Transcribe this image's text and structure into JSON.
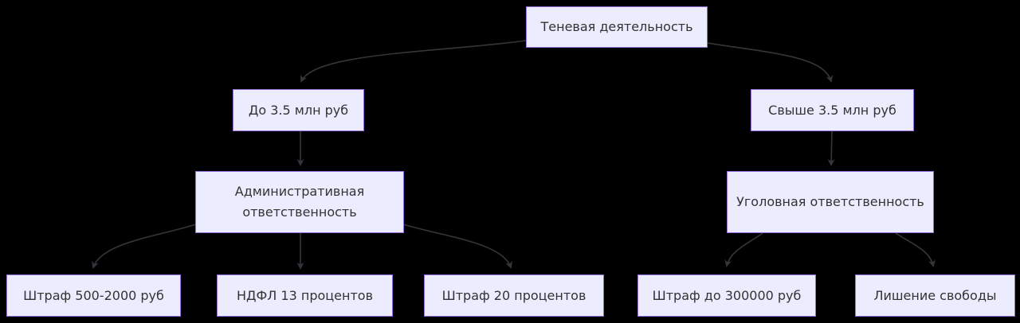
{
  "diagram": {
    "type": "flowchart",
    "direction": "top-down",
    "nodes": [
      {
        "id": "A",
        "label": "Теневая деятельность"
      },
      {
        "id": "B",
        "label": "До 3.5 млн руб"
      },
      {
        "id": "C",
        "label": "Свыше 3.5 млн руб"
      },
      {
        "id": "D",
        "label": "Административная ответственность"
      },
      {
        "id": "E",
        "label": "Уголовная ответственность"
      },
      {
        "id": "F",
        "label": "Штраф 500-2000 руб"
      },
      {
        "id": "G",
        "label": "НДФЛ 13 процентов"
      },
      {
        "id": "H",
        "label": "Штраф 20 процентов"
      },
      {
        "id": "I",
        "label": "Штраф до 300000 руб"
      },
      {
        "id": "J",
        "label": "Лишение свободы"
      }
    ],
    "edges": [
      {
        "from": "A",
        "to": "B"
      },
      {
        "from": "A",
        "to": "C"
      },
      {
        "from": "B",
        "to": "D"
      },
      {
        "from": "C",
        "to": "E"
      },
      {
        "from": "D",
        "to": "F"
      },
      {
        "from": "D",
        "to": "G"
      },
      {
        "from": "D",
        "to": "H"
      },
      {
        "from": "E",
        "to": "I"
      },
      {
        "from": "E",
        "to": "J"
      }
    ]
  },
  "colors": {
    "bg": "#000000",
    "node-fill": "#ececff",
    "node-border": "#9370db",
    "node-text": "#333333",
    "edge": "#35353c"
  }
}
